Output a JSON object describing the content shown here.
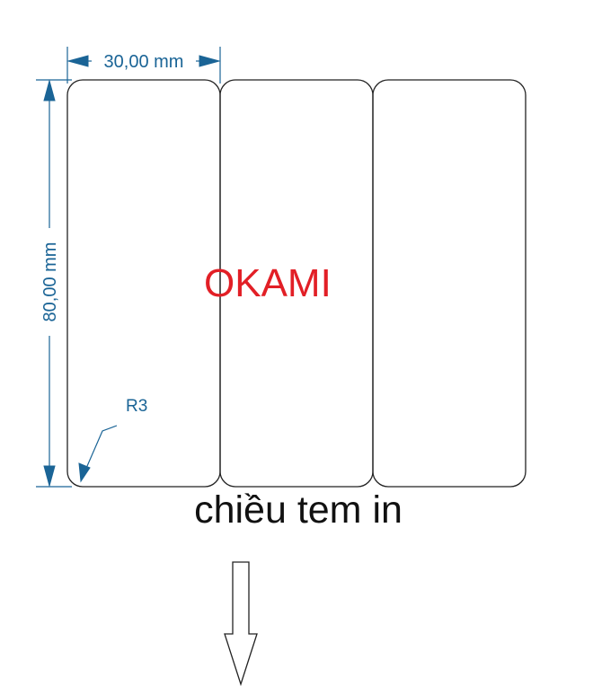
{
  "labels": {
    "width_dimension": "30,00 mm",
    "height_dimension": "80,00 mm",
    "corner_radius": "R3",
    "brand": "OKAMI",
    "print_direction": "chiều tem in"
  },
  "colors": {
    "dimension": "#1a6496",
    "brand": "#e21f26",
    "outline": "#222222",
    "text": "#111111"
  },
  "icons": {
    "direction_arrow": "down-arrow-icon"
  }
}
